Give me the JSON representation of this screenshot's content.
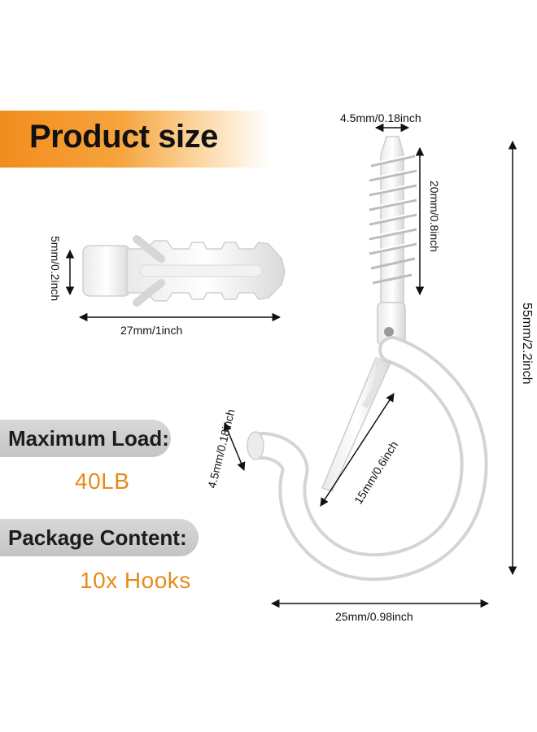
{
  "title": "Product size",
  "labels": {
    "max_load_label": "Maximum Load:",
    "max_load_value": "40LB",
    "package_label": "Package Content:",
    "package_value": "10x Hooks"
  },
  "dimensions": {
    "screw_width": "4.5mm/0.18inch",
    "screw_length": "20mm/0.8inch",
    "total_height": "55mm/2.2inch",
    "anchor_diameter": "5mm/0.2inch",
    "anchor_length": "27mm/1inch",
    "hook_end_diameter": "4.5mm/0.18inch",
    "latch_length": "15mm/0.6inch",
    "hook_width": "25mm/0.98inch"
  },
  "colors": {
    "accent": "#f28c1e",
    "value_text": "#e88a1a",
    "pill": "#cccccc",
    "product": "#ffffff"
  }
}
